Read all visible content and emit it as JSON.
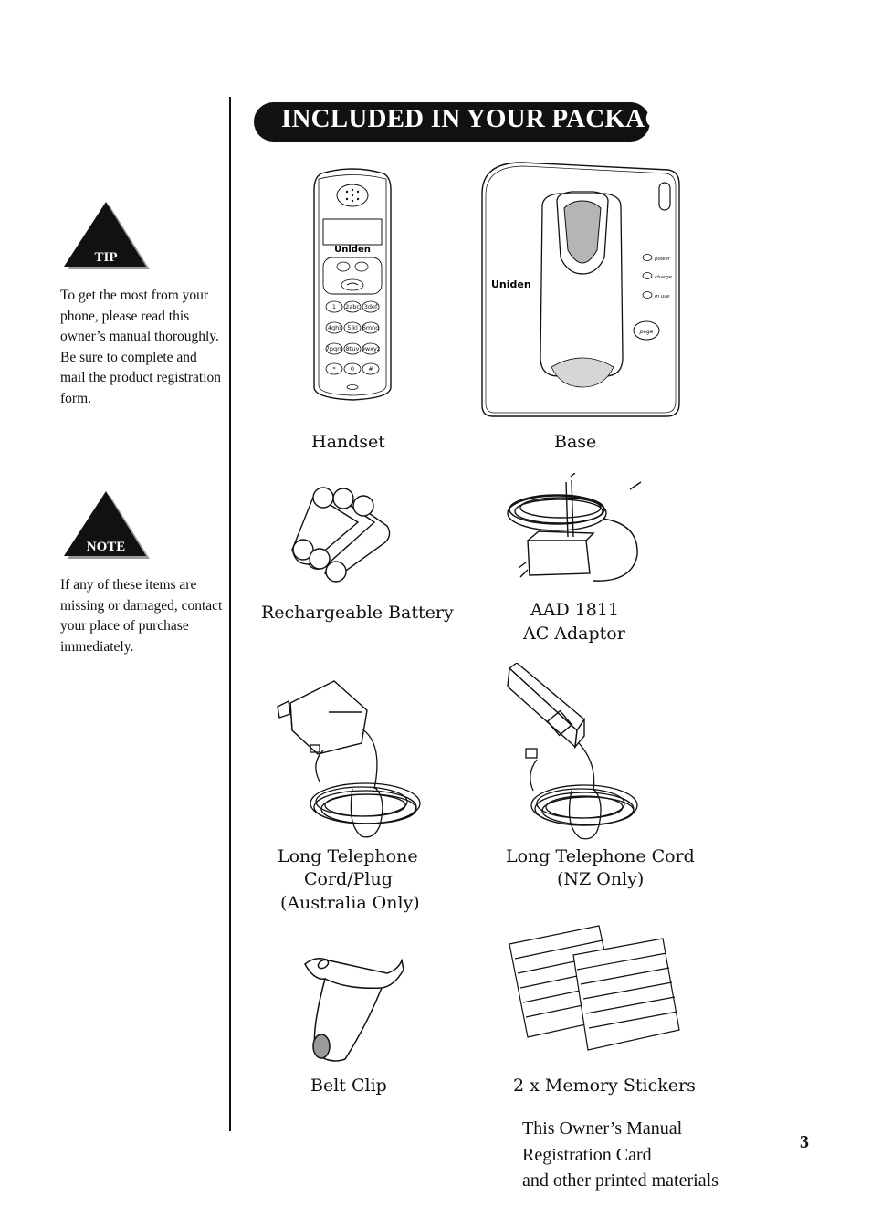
{
  "page": {
    "title": "INCLUDED IN YOUR PACKAGE",
    "page_number": "3"
  },
  "sidebar": {
    "tip": {
      "badge": "TIP",
      "text": "To get the most from your phone, please read this owner’s manual thoroughly. Be sure to complete and mail the product registration form."
    },
    "note": {
      "badge": "NOTE",
      "text": "If any of these items are missing or damaged, contact your place of purchase immediately."
    }
  },
  "items": {
    "handset": {
      "label": "Handset",
      "icon": "handset-illustration",
      "brand": "Uniden"
    },
    "base": {
      "label": "Base",
      "icon": "base-illustration",
      "brand": "Uniden",
      "indicators": [
        "power",
        "charge",
        "in use"
      ],
      "page_button": "page"
    },
    "battery": {
      "label": "Rechargeable Battery",
      "icon": "battery-illustration"
    },
    "adaptor": {
      "label_line1": "AAD 1811",
      "label_line2": "AC Adaptor",
      "icon": "ac-adaptor-illustration"
    },
    "cord_plug": {
      "label_line1": "Long Telephone",
      "label_line2": "Cord/Plug",
      "label_line3": "(Australia Only)",
      "icon": "telephone-cord-plug-illustration"
    },
    "cord_nz": {
      "label_line1": "Long Telephone Cord",
      "label_line2": "(NZ Only)",
      "icon": "telephone-cord-illustration"
    },
    "belt_clip": {
      "label": "Belt Clip",
      "icon": "belt-clip-illustration"
    },
    "stickers": {
      "label": "2 x Memory Stickers",
      "icon": "memory-stickers-illustration"
    }
  },
  "printed_materials": {
    "line1": "This Owner’s Manual",
    "line2": "Registration Card",
    "line3": "and other printed materials"
  },
  "keypad_keys": [
    "1",
    "2abc",
    "3def",
    "4ghi",
    "5jkl",
    "6mno",
    "7pqrs",
    "8tuv",
    "9wxyz",
    "*",
    "0",
    "#"
  ],
  "colors": {
    "ink": "#111111",
    "paper": "#ffffff",
    "triangle_shadow": "#9a9a9a"
  }
}
